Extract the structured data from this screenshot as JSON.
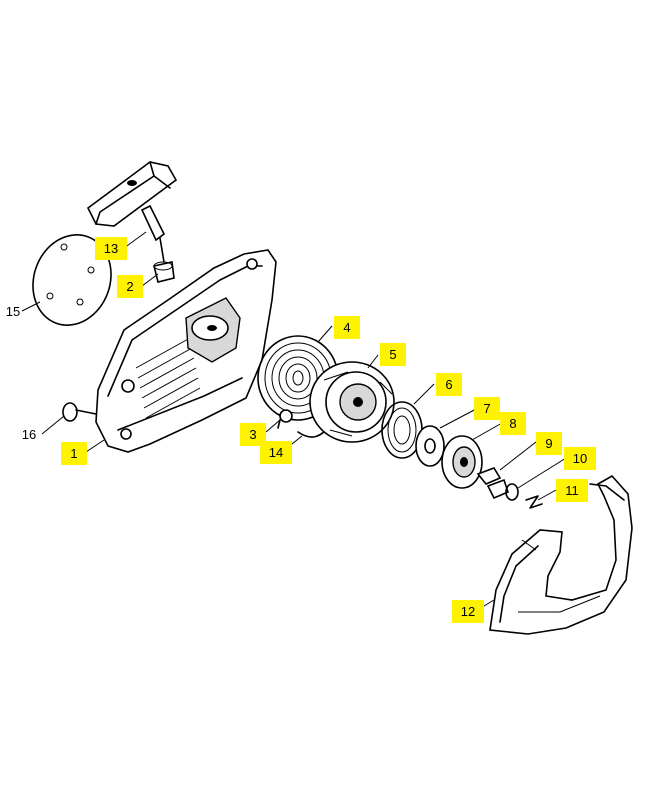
{
  "callouts": [
    {
      "id": "1",
      "highlighted": true
    },
    {
      "id": "2",
      "highlighted": true
    },
    {
      "id": "3",
      "highlighted": true
    },
    {
      "id": "4",
      "highlighted": true
    },
    {
      "id": "5",
      "highlighted": true
    },
    {
      "id": "6",
      "highlighted": true
    },
    {
      "id": "7",
      "highlighted": true
    },
    {
      "id": "8",
      "highlighted": true
    },
    {
      "id": "9",
      "highlighted": true
    },
    {
      "id": "10",
      "highlighted": true
    },
    {
      "id": "11",
      "highlighted": true
    },
    {
      "id": "12",
      "highlighted": true
    },
    {
      "id": "13",
      "highlighted": true
    },
    {
      "id": "14",
      "highlighted": true
    },
    {
      "id": "15",
      "highlighted": false
    },
    {
      "id": "16",
      "highlighted": false
    }
  ],
  "colors": {
    "highlight": "#fff200",
    "line": "#000000",
    "background": "#ffffff"
  }
}
